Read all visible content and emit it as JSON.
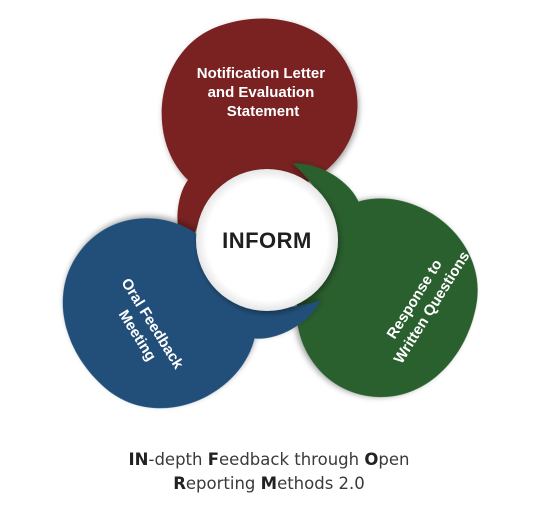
{
  "diagram": {
    "center_label": "INFORM",
    "lobes": {
      "top": {
        "lines": [
          "Notification Letter",
          "and Evaluation",
          "Statement"
        ],
        "color": "#7a2220"
      },
      "right": {
        "lines": [
          "Response to",
          "Written Questions"
        ],
        "color": "#2c5e2e"
      },
      "left": {
        "lines": [
          "Oral Feedback",
          "Meeting"
        ],
        "color": "#24507a"
      }
    }
  },
  "caption": {
    "line1": [
      {
        "text": "IN",
        "bold": true
      },
      {
        "text": "-depth ",
        "bold": false
      },
      {
        "text": "F",
        "bold": true
      },
      {
        "text": "eedback through ",
        "bold": false
      },
      {
        "text": "O",
        "bold": true
      },
      {
        "text": "pen",
        "bold": false
      }
    ],
    "line2": [
      {
        "text": "R",
        "bold": true
      },
      {
        "text": "eporting ",
        "bold": false
      },
      {
        "text": "M",
        "bold": true
      },
      {
        "text": "ethods 2.0",
        "bold": false
      }
    ]
  }
}
